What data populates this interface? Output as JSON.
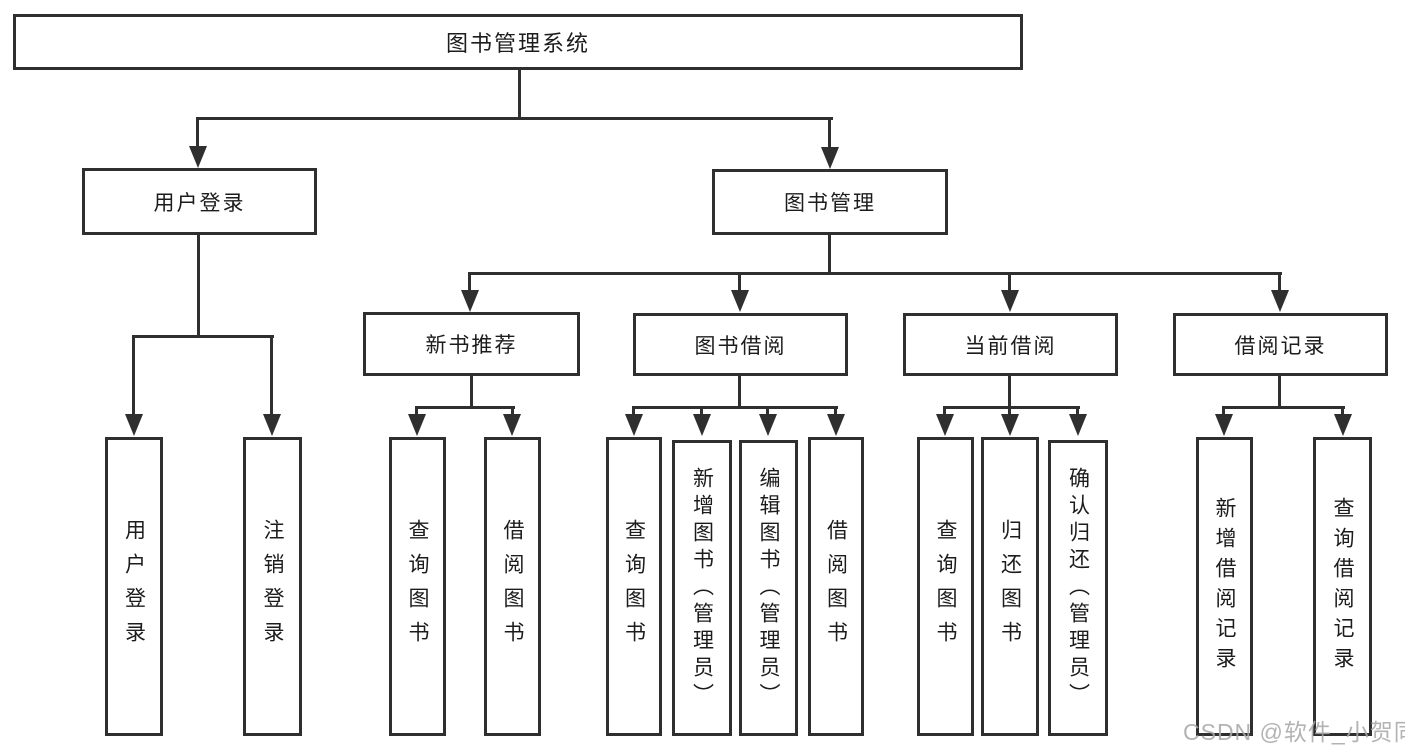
{
  "diagram_title": "图书管理系统",
  "tree": {
    "label": "图书管理系统",
    "children": [
      {
        "label": "用户登录",
        "children": [
          {
            "label": "用户登录"
          },
          {
            "label": "注销登录"
          }
        ]
      },
      {
        "label": "图书管理",
        "children": [
          {
            "label": "新书推荐",
            "children": [
              {
                "label": "查询图书"
              },
              {
                "label": "借阅图书"
              }
            ]
          },
          {
            "label": "图书借阅",
            "children": [
              {
                "label": "查询图书"
              },
              {
                "label": "新增图书（管理员）"
              },
              {
                "label": "编辑图书（管理员）"
              },
              {
                "label": "借阅图书"
              }
            ]
          },
          {
            "label": "当前借阅",
            "children": [
              {
                "label": "查询图书"
              },
              {
                "label": "归还图书"
              },
              {
                "label": "确认归还（管理员）"
              }
            ]
          },
          {
            "label": "借阅记录",
            "children": [
              {
                "label": "新增借阅记录"
              },
              {
                "label": "查询借阅记录"
              }
            ]
          }
        ]
      }
    ]
  },
  "watermark": {
    "text": "CSDN @软件_小贺同学"
  },
  "colors": {
    "line": "#2f2f2f",
    "box_border": "#2f2f2f",
    "box_fill": "#ffffff",
    "text": "#1c1c1c",
    "watermark": "#a8a8a8",
    "background": "#ffffff"
  }
}
